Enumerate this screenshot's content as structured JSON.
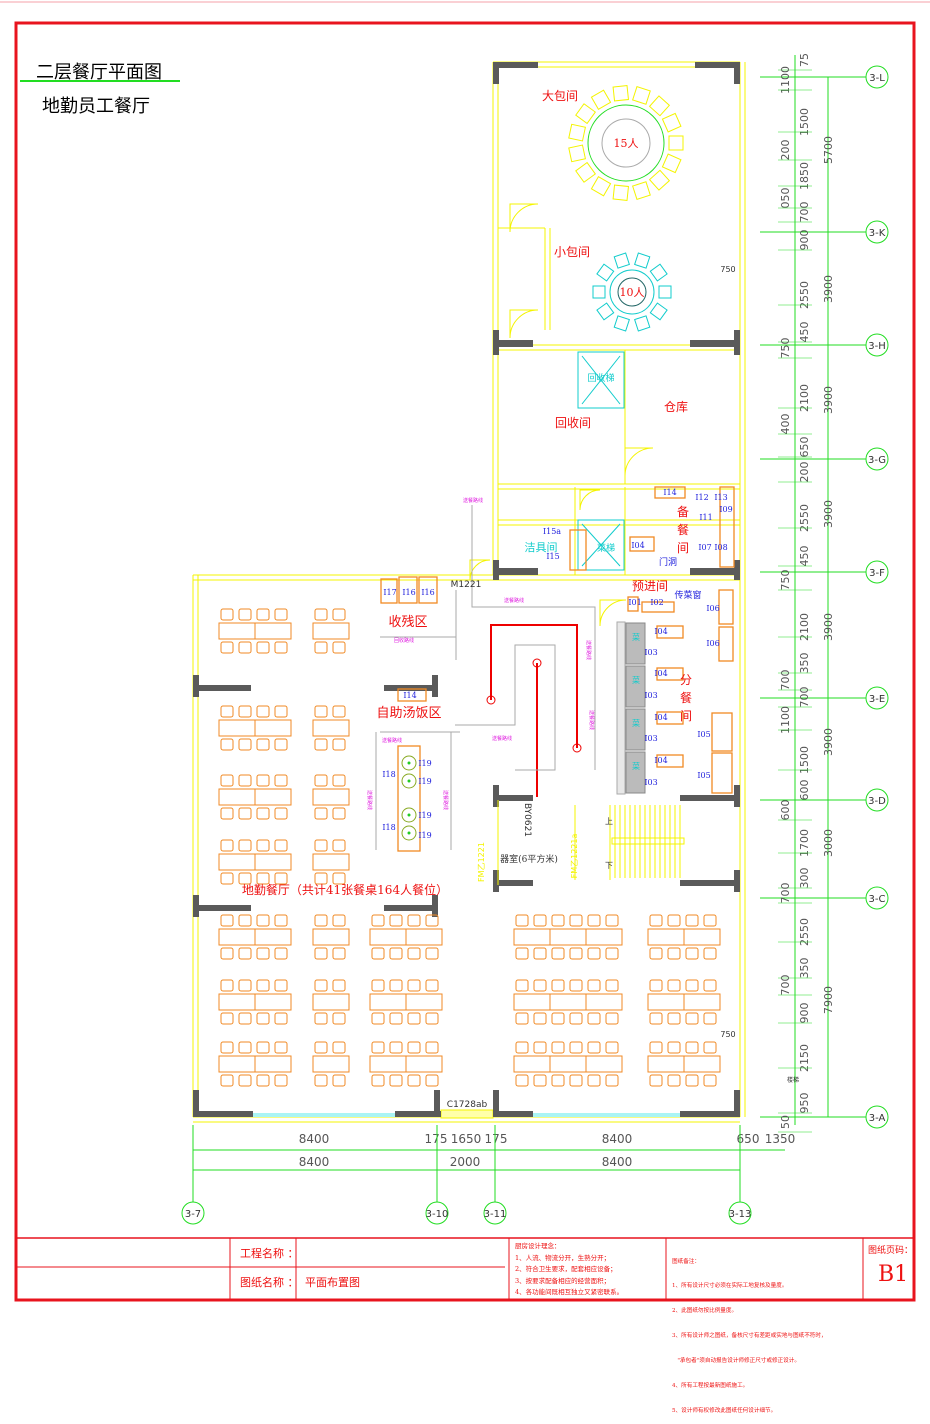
{
  "header": {
    "title": "二层餐厅平面图",
    "subtitle": "地勤员工餐厅"
  },
  "colors": {
    "frame": "#e8141e",
    "wall": "#5a5a5a",
    "line": "#f4f400",
    "axis": "#22dd22",
    "furniture": "#f08a24",
    "room_label": "#ee1111",
    "equip_label": "#2222dd",
    "route": "#e020e0",
    "cyan": "#11cccc"
  },
  "rooms": [
    "大包间",
    "15人",
    "小包间",
    "10人",
    "回收间",
    "仓库",
    "回收梯",
    "备",
    "餐",
    "间",
    "洁具间",
    "菜梯",
    "预进间",
    "传菜窗",
    "收残区",
    "自助汤饭区",
    "分",
    "餐",
    "间",
    "地勤餐厅（共计41张餐桌164人餐位）",
    "器室(6平方米)",
    "门洞"
  ],
  "tags": [
    "M1221",
    "C1728ab",
    "BY0621",
    "FM乙1221",
    "FM乙1221a",
    "750",
    "750",
    "上",
    "下",
    "楼梯"
  ],
  "equipment": [
    "I14",
    "I12",
    "I13",
    "I09",
    "I11",
    "I07",
    "I08",
    "I15a",
    "I15",
    "I04",
    "I01",
    "I02",
    "I17",
    "I16",
    "I16",
    "I06",
    "I06",
    "I04",
    "I04",
    "I04",
    "I04",
    "I03",
    "I03",
    "I03",
    "I03",
    "I05",
    "I05",
    "I14",
    "I18",
    "I18",
    "I19",
    "I19",
    "I19",
    "I19",
    "菜",
    "菜",
    "菜",
    "菜"
  ],
  "routes": [
    "送餐路线",
    "送餐路线",
    "回收路线",
    "送餐路线",
    "送餐路线",
    "送餐路线",
    "送餐路线",
    "送餐路线",
    "送餐路线"
  ],
  "dims_right_inner": [
    "75",
    "1100",
    "1500",
    "200",
    "1850",
    "050",
    "700",
    "900",
    "2550",
    "450",
    "750",
    "2100",
    "400",
    "650",
    "200",
    "2550",
    "450",
    "750",
    "2100",
    "350",
    "700",
    "700",
    "1100",
    "1500",
    "600",
    "600",
    "1700",
    "300",
    "700",
    "2550",
    "350",
    "700",
    "900",
    "2150",
    "950",
    "50"
  ],
  "dims_right_outer": [
    "5700",
    "3900",
    "3900",
    "3900",
    "3900",
    "3900",
    "3000",
    "7900"
  ],
  "dims_bottom_row1": [
    "8400",
    "175",
    "1650",
    "175",
    "8400",
    "650",
    "1350"
  ],
  "dims_bottom_row2": [
    "8400",
    "2000",
    "8400"
  ],
  "axes_right": [
    "3-L",
    "3-K",
    "3-H",
    "3-G",
    "3-F",
    "3-E",
    "3-D",
    "3-C",
    "3-A"
  ],
  "axes_bottom": [
    "3-7",
    "3-10",
    "3-11",
    "3-13"
  ],
  "title_block": {
    "project_label": "工程名称 ：",
    "project_value": "",
    "drawing_label": "图纸名称 ：",
    "drawing_value": "平面布置图",
    "concept_title": "厨房设计理念：",
    "concept_items": [
      "1、人流、物流分开，生熟分开；",
      "2、符合卫生要求，配套相应设备；",
      "3、按要求配备相应的经营面积；",
      "4、各功能间既相互独立又紧密联系。"
    ],
    "notes_title": "图纸备注：",
    "notes_items": [
      "1、所有设计尺寸必须在实际工地复核及量度。",
      "2、此图纸勿按比例量度。",
      "3、所有设计师之图纸，备核尺寸有差距或实地与图纸不符时，",
      "   \"承包者\"须自动报告设计师修正尺寸或修正设计。",
      "4、所有工程按最新图纸施工。",
      "5、设计师有权修改此图纸任何设计细节。"
    ],
    "page_label": "图纸页码：",
    "page_value": "B1"
  }
}
